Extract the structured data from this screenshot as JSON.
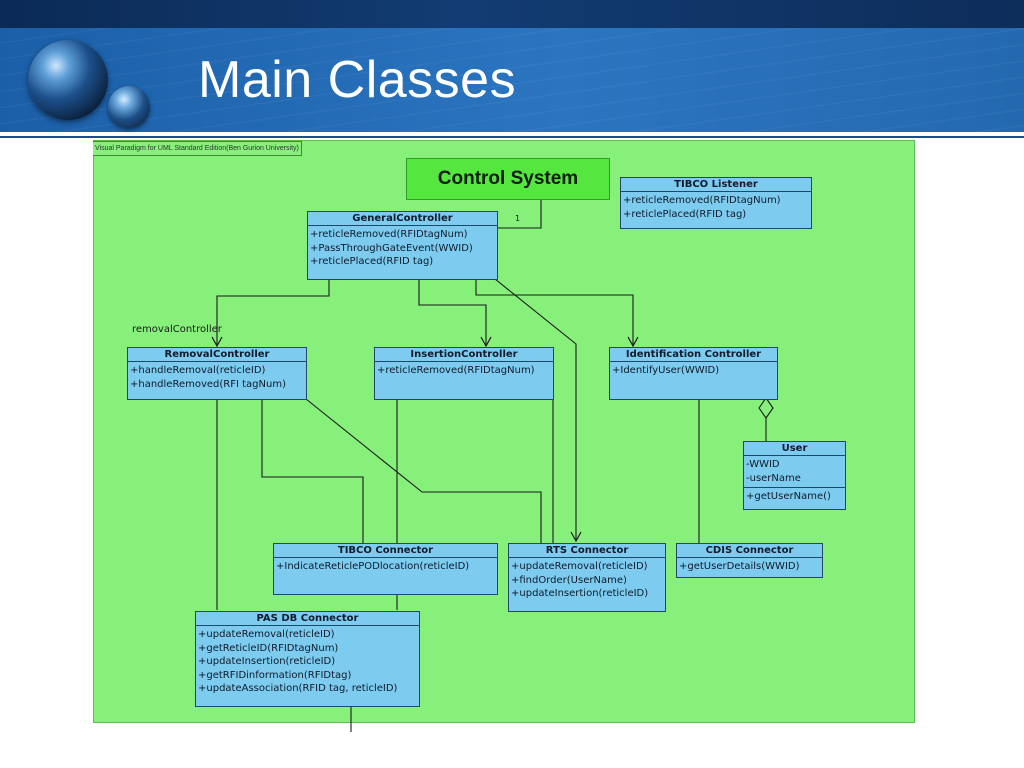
{
  "slide": {
    "title": "Main Classes"
  },
  "diagram": {
    "tool_caption": "Visual Paradigm for UML Standard Edition(Ben Gurion University)",
    "package": "Control System",
    "association_labels": {
      "multiplicity": "1",
      "role": "removalController"
    },
    "classes": {
      "tibco_listener": {
        "name": "TIBCO Listener",
        "ops": [
          "+reticleRemoved(RFIDtagNum)",
          "+reticlePlaced(RFID tag)"
        ]
      },
      "general_controller": {
        "name": "GeneralController",
        "ops": [
          "+reticleRemoved(RFIDtagNum)",
          "+PassThroughGateEvent(WWID)",
          "+reticlePlaced(RFID tag)"
        ]
      },
      "removal_controller": {
        "name": "RemovalController",
        "ops": [
          "+handleRemoval(reticleID)",
          "+handleRemoved(RFI tagNum)"
        ]
      },
      "insertion_controller": {
        "name": "InsertionController",
        "ops": [
          "+reticleRemoved(RFIDtagNum)"
        ]
      },
      "identification_controller": {
        "name": "Identification Controller",
        "ops": [
          "+IdentifyUser(WWID)"
        ]
      },
      "user": {
        "name": "User",
        "attrs": [
          "-WWID",
          "-userName"
        ],
        "ops": [
          "+getUserName()"
        ]
      },
      "tibco_connector": {
        "name": "TIBCO Connector",
        "ops": [
          "+IndicateReticlePODlocation(reticleID)"
        ]
      },
      "rts_connector": {
        "name": "RTS Connector",
        "ops": [
          "+updateRemoval(reticleID)",
          "+findOrder(UserName)",
          "+updateInsertion(reticleID)"
        ]
      },
      "cdis_connector": {
        "name": "CDIS Connector",
        "ops": [
          "+getUserDetails(WWID)"
        ]
      },
      "pas_db_connector": {
        "name": "PAS DB Connector",
        "ops": [
          "+updateRemoval(reticleID)",
          "+getReticleID(RFIDtagNum)",
          "+updateInsertion(reticleID)",
          "+getRFIDinformation(RFIDtag)",
          "+updateAssociation(RFID tag, reticleID)"
        ]
      }
    }
  },
  "colors": {
    "canvas": "#86f07a",
    "package": "#55e640",
    "class_fill": "#7ecbf0",
    "header": "#2b75c0"
  }
}
